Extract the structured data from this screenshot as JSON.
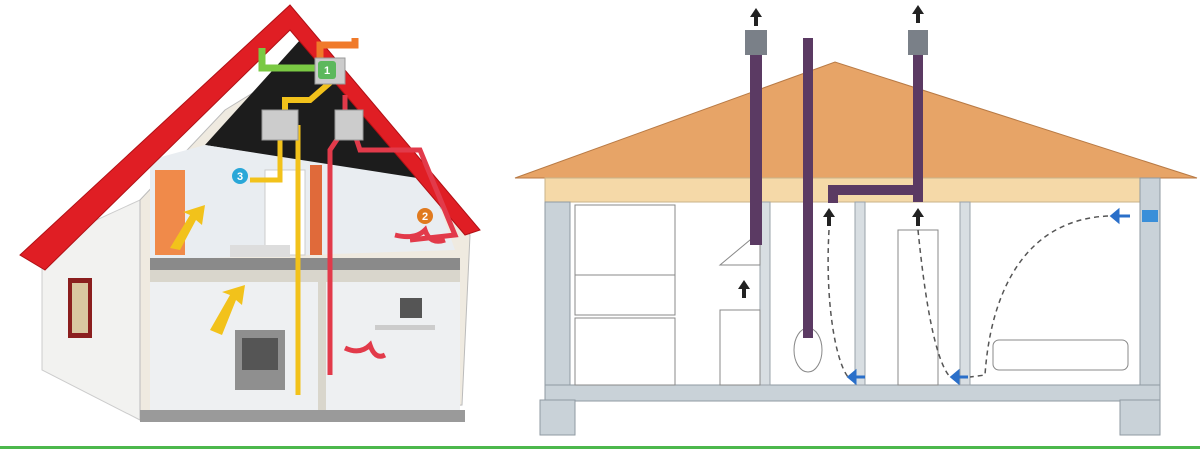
{
  "left_diagram": {
    "badges": [
      {
        "label": "1",
        "color": "#5cb85c"
      },
      {
        "label": "2",
        "color": "#e07a1f"
      },
      {
        "label": "3",
        "color": "#2aa7d8"
      }
    ],
    "colors": {
      "roof": "#e01e24",
      "supply_duct": "#f2c21b",
      "extract_duct": "#e23a4a",
      "intake": "#7ac943",
      "exhaust": "#f07a2a"
    }
  },
  "right_diagram": {
    "colors": {
      "roof": "#e7a467",
      "eave": "#f5d9a8",
      "walls": "#c9d2d8",
      "pipes": "#5b3a63",
      "airflow": "#2a6fc9"
    }
  },
  "footer": {
    "line_color": "#4cb84c"
  }
}
